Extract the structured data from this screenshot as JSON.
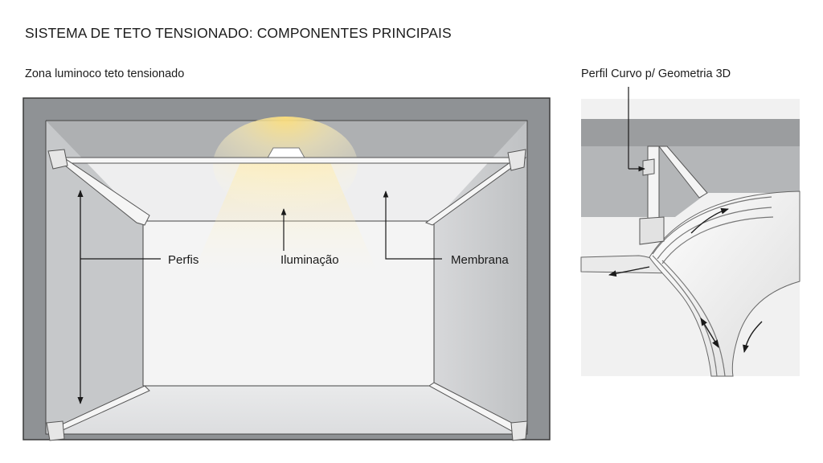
{
  "title": "SISTEMA DE TETO TENSIONADO: COMPONENTES PRINCIPAIS",
  "left_diagram": {
    "subtitle": "Zona luminoco teto tensionado",
    "labels": {
      "perfis": "Perfis",
      "iluminacao": "Iluminação",
      "membrana": "Membrana"
    }
  },
  "right_diagram": {
    "subtitle": "Perfil Curvo p/ Geometria 3D"
  },
  "colors": {
    "wall_dark": "#8f9295",
    "wall_side": "#c9cbcd",
    "membrane": "#f3f3f3",
    "light_glow": "#fff3c4",
    "line": "#1a1a1a"
  }
}
